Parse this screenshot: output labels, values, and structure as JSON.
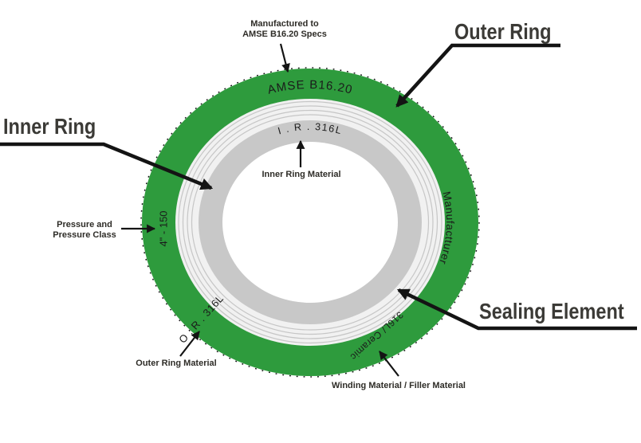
{
  "colors": {
    "ring_green": "#2e9b3d",
    "winding_fill": "#f1f1f1",
    "winding_line": "#c6c6c6",
    "inner_ring_gray": "#c8c8c8",
    "hole_white": "#ffffff",
    "arrow_black": "#141414",
    "heading_text": "#3b3a36",
    "label_text": "#2e2c27",
    "stamp_text": "#1b1b1b"
  },
  "headings": {
    "outer_ring": "Outer Ring",
    "inner_ring": "Inner Ring",
    "sealing_element": "Sealing Element"
  },
  "callouts": {
    "manufactured_spec_line1": "Manufactured to",
    "manufactured_spec_line2": "AMSE B16.20 Specs",
    "inner_ring_material": "Inner Ring Material",
    "pressure_class_line1": "Pressure and",
    "pressure_class_line2": "Pressure Class",
    "outer_ring_material": "Outer Ring Material",
    "winding_material": "Winding Material / Filler Material"
  },
  "ring_stamps": {
    "spec": "AMSE B16.20",
    "manufacturer": "Manufactturer",
    "inner_ring": "I . R . 316L",
    "size_pressure_class": "4\" - 150",
    "outer_ring": "O . R . 316L",
    "winding_filler": "316L/ Ceramic"
  }
}
